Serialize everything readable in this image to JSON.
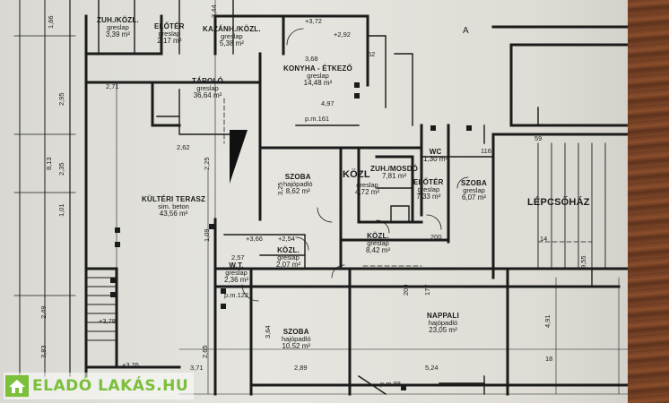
{
  "rooms": [
    {
      "id": "zuhkozl",
      "name": "ZUH./KÖZL.",
      "floor": "greslap",
      "area": "3,39 m²"
    },
    {
      "id": "eloter1",
      "name": "ELŐTÉR",
      "floor": "greslap",
      "area": "2,17 m²"
    },
    {
      "id": "kazan",
      "name": "KAZÁNH./KÖZL.",
      "floor": "greslap",
      "area": "5,38 m²"
    },
    {
      "id": "konyha",
      "name": "KONYHA - ÉTKEZŐ",
      "floor": "greslap",
      "area": "14,48 m²"
    },
    {
      "id": "tarolo",
      "name": "TÁROLÓ",
      "floor": "greslap",
      "area": "36,64 m²"
    },
    {
      "id": "kulteri",
      "name": "KÜLTÉRI TERASZ",
      "floor": "sim. beton",
      "area": "43,56 m²"
    },
    {
      "id": "szoba1",
      "name": "SZOBA",
      "floor": "hajópadló",
      "area": "8,62 m²"
    },
    {
      "id": "kozl1",
      "name": "KÖZL.",
      "floor": "greslap",
      "area": "4,72 m²"
    },
    {
      "id": "zuhmosdo",
      "name": "ZUH./MOSDÓ",
      "floor": "",
      "area": "7,81 m²"
    },
    {
      "id": "wc",
      "name": "WC",
      "floor": "",
      "area": "1,30 m²"
    },
    {
      "id": "eloter2",
      "name": "ELŐTÉR",
      "floor": "greslap",
      "area": "7,33 m²"
    },
    {
      "id": "szoba2",
      "name": "SZOBA",
      "floor": "greslap",
      "area": "6,07 m²"
    },
    {
      "id": "lepcso",
      "name": "LÉPCSŐHÁZ",
      "floor": "",
      "area": ""
    },
    {
      "id": "kozl2",
      "name": "KÖZL.",
      "floor": "greslap",
      "area": "8,42 m²"
    },
    {
      "id": "kozl3",
      "name": "KÖZL.",
      "floor": "greslap",
      "area": "2,07 m²"
    },
    {
      "id": "wct",
      "name": "W.T.",
      "floor": "greslap",
      "area": "2,36 m²"
    },
    {
      "id": "szoba3",
      "name": "SZOBA",
      "floor": "hajópadló",
      "area": "10,52 m²"
    },
    {
      "id": "nappali",
      "name": "NAPPALI",
      "floor": "hajópadló",
      "area": "23,05 m²"
    }
  ],
  "big_label": "KÖZL",
  "compass": "A",
  "dims": {
    "d1": "+3,72",
    "d2": "+2,92",
    "d3": "3,68",
    "d4": "4,97",
    "d5": "2,71",
    "d6": "2,62",
    "d7": "p.m.161",
    "d8": "+2,54",
    "d9": "+3,66",
    "d10": "2,57",
    "d11": "+3,78",
    "d12": "+3,76",
    "d13": "3,71",
    "d14": "2,89",
    "d15": "5,24",
    "d16": "p.m.88",
    "d17": "p.m.122",
    "d18": "2,95",
    "d19": "8,13",
    "d20": "2,35",
    "d21": "1,01",
    "d22": "2,49",
    "d23": "3,83",
    "d24": "1,66",
    "d25": "4,91",
    "d26": "9,55",
    "d27": "3,44",
    "d28": "2,65",
    "d29": "200",
    "d30": "209",
    "d31": "177",
    "d32": "2,25",
    "d33": "1,09",
    "d34": "3,25",
    "d35": "3,64",
    "d36": "116",
    "d37": "59",
    "d38": "14",
    "d39": "62",
    "d40": "18"
  },
  "logo": "ELADÓ LAKÁS.HU"
}
